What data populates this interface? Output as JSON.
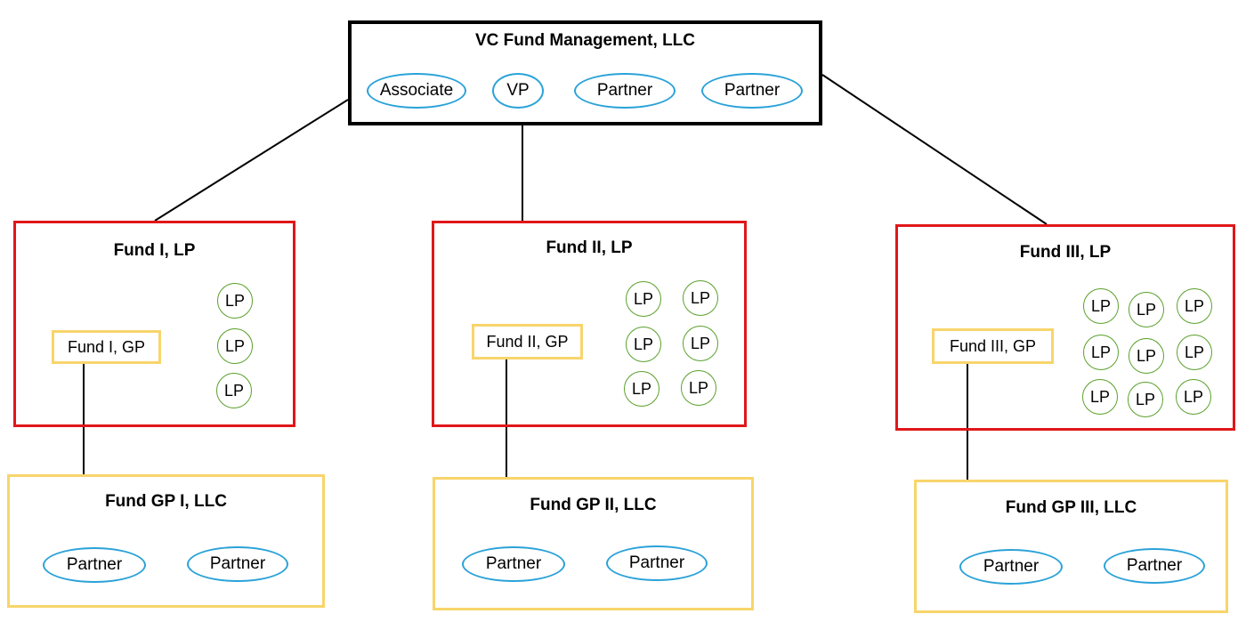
{
  "management": {
    "title": "VC Fund Management, LLC",
    "roles": [
      "Associate",
      "VP",
      "Partner",
      "Partner"
    ]
  },
  "funds": [
    {
      "title": "Fund I, LP",
      "gp_label": "Fund I, GP",
      "lps": [
        "LP",
        "LP",
        "LP"
      ]
    },
    {
      "title": "Fund II, LP",
      "gp_label": "Fund II, GP",
      "lps": [
        "LP",
        "LP",
        "LP",
        "LP",
        "LP",
        "LP"
      ]
    },
    {
      "title": "Fund III, LP",
      "gp_label": "Fund III, GP",
      "lps": [
        "LP",
        "LP",
        "LP",
        "LP",
        "LP",
        "LP",
        "LP",
        "LP",
        "LP"
      ]
    }
  ],
  "gp_llcs": [
    {
      "title": "Fund GP I, LLC",
      "partners": [
        "Partner",
        "Partner"
      ]
    },
    {
      "title": "Fund GP II, LLC",
      "partners": [
        "Partner",
        "Partner"
      ]
    },
    {
      "title": "Fund GP III, LLC",
      "partners": [
        "Partner",
        "Partner"
      ]
    }
  ],
  "colors": {
    "management_border": "#000000",
    "fund_border": "#e0171a",
    "gp_border": "#f8d56b",
    "role_border": "#2aa2d8",
    "lp_border": "#5aa02c"
  }
}
